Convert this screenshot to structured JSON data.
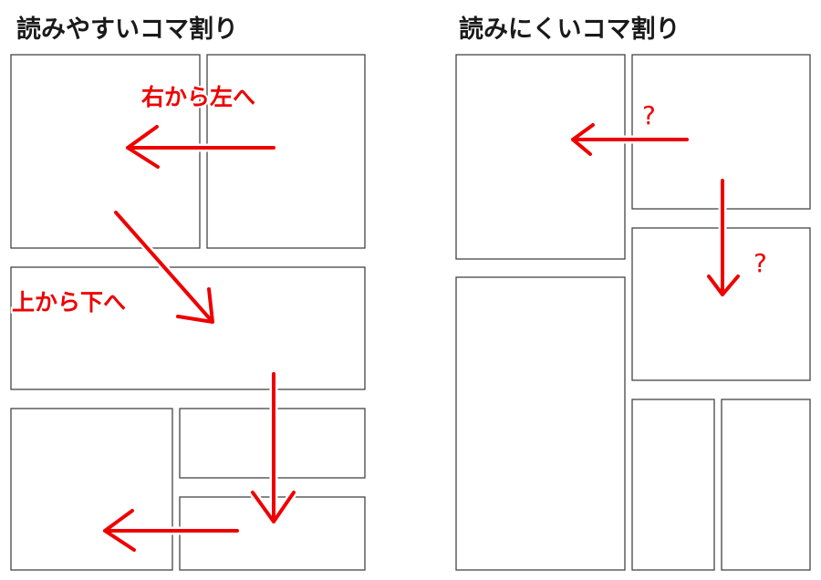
{
  "left": {
    "title": "読みやすいコマ割り",
    "label_right_to_left": "右から左へ",
    "label_top_to_bottom": "上から下へ"
  },
  "right": {
    "title": "読みにくいコマ割り",
    "question_1": "?",
    "question_2": "?"
  },
  "colors": {
    "arrow": "#ee0000",
    "panel_border": "#444444",
    "title": "#1a1a1a"
  }
}
